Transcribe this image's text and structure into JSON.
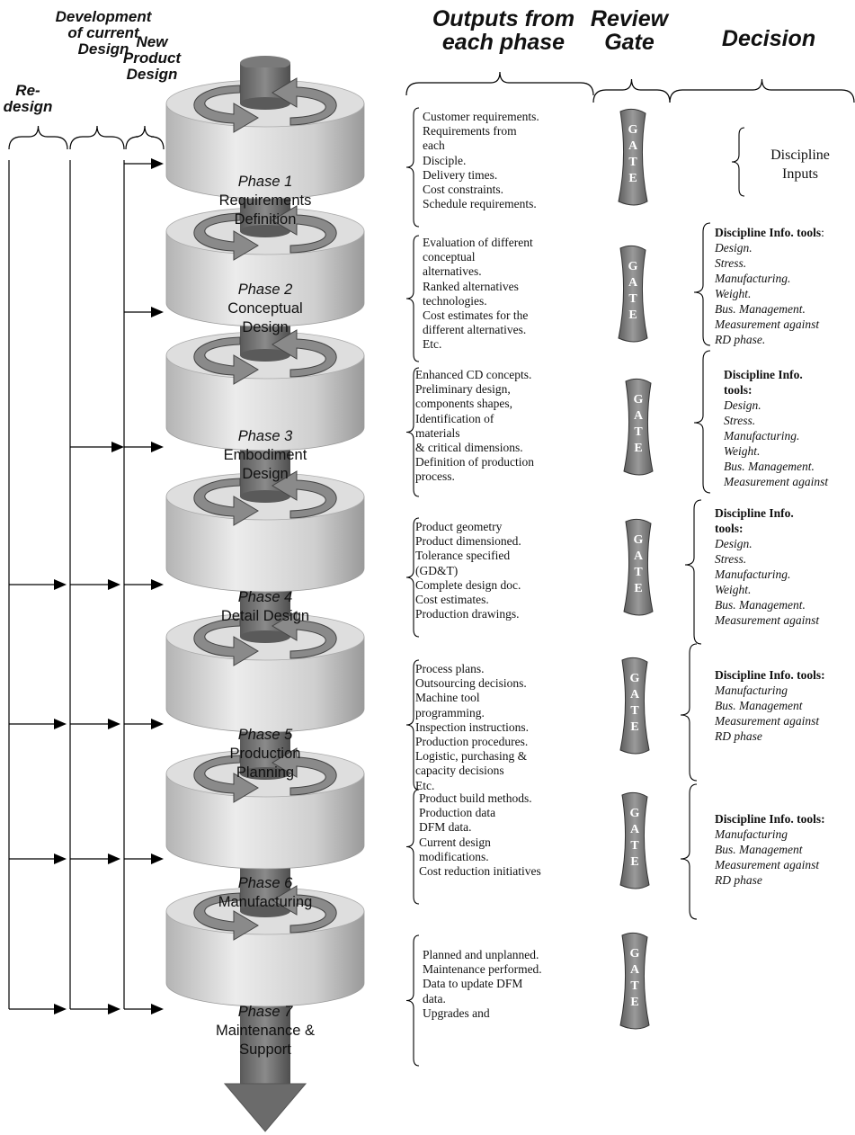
{
  "headers": {
    "outputs": "Outputs from\neach phase",
    "review_gate": "Review\nGate",
    "decision": "Decision",
    "development": "Development\nof current\nDesign",
    "new_product": "New\nProduct\nDesign",
    "redesign": "Re-\ndesign"
  },
  "phases": [
    {
      "num": "Phase 1",
      "name_lines": [
        "Requirements",
        "Definition"
      ]
    },
    {
      "num": "Phase 2",
      "name_lines": [
        "Conceptual",
        "Design"
      ]
    },
    {
      "num": "Phase 3",
      "name_lines": [
        "Embodiment",
        "Design"
      ]
    },
    {
      "num": "Phase 4",
      "name_lines": [
        "Detail Design"
      ]
    },
    {
      "num": "Phase 5",
      "name_lines": [
        "Production",
        "Planning"
      ]
    },
    {
      "num": "Phase 6",
      "name_lines": [
        "Manufacturing"
      ]
    },
    {
      "num": "Phase 7",
      "name_lines": [
        "Maintenance &",
        "Support"
      ]
    }
  ],
  "outputs": [
    [
      "Customer requirements.",
      "Requirements from",
      "each",
      "Disciple.",
      "Delivery times.",
      "Cost constraints.",
      "Schedule requirements."
    ],
    [
      "Evaluation of different",
      "conceptual",
      "alternatives.",
      "Ranked alternatives",
      "technologies.",
      "Cost estimates for the",
      "different  alternatives.",
      "Etc."
    ],
    [
      "Enhanced CD concepts.",
      "Preliminary design,",
      "components shapes,",
      "Identification of",
      "materials",
      "& critical dimensions.",
      "Definition of production",
      "process."
    ],
    [
      "Product geometry",
      "Product dimensioned.",
      "Tolerance specified",
      "(GD&T)",
      "Complete design doc.",
      "Cost estimates.",
      "Production drawings."
    ],
    [
      "Process plans.",
      "Outsourcing decisions.",
      "Machine tool",
      "programming.",
      "Inspection instructions.",
      "Production procedures.",
      "Logistic, purchasing &",
      "capacity decisions",
      "Etc."
    ],
    [
      "Product build methods.",
      "Production data",
      "DFM data.",
      "Current design",
      "modifications.",
      "Cost reduction initiatives"
    ],
    [
      "Planned and unplanned.",
      "Maintenance performed.",
      "Data to update DFM",
      "data.",
      "Upgrades and"
    ]
  ],
  "gate_letters": [
    "G",
    "A",
    "T",
    "E"
  ],
  "decisions": {
    "d1": "Discipline\nInputs",
    "d2": {
      "head": "Discipline Info. tools",
      "colon": ":",
      "items": [
        "Design.",
        "Stress.",
        "Manufacturing.",
        "Weight.",
        "Bus. Management.",
        "Measurement against",
        "RD phase."
      ]
    },
    "d3": {
      "head_lines": [
        "Discipline Info.",
        "tools:"
      ],
      "items": [
        "Design.",
        "Stress.",
        "Manufacturing.",
        "Weight.",
        "Bus. Management.",
        "Measurement against"
      ]
    },
    "d4": {
      "head_lines": [
        "Discipline Info.",
        "tools:"
      ],
      "items": [
        "Design.",
        "Stress.",
        "Manufacturing.",
        "Weight.",
        "Bus. Management.",
        "Measurement against"
      ]
    },
    "d5": {
      "head": "Discipline Info. tools:",
      "items": [
        "Manufacturing",
        "Bus. Management",
        "Measurement against",
        "RD phase"
      ]
    },
    "d6": {
      "head": "Discipline Info. tools:",
      "items": [
        "Manufacturing",
        "Bus. Management",
        "Measurement against",
        "RD phase"
      ]
    }
  },
  "colors": {
    "disk_light": "#e8e8e8",
    "disk_dark": "#9a9a9a",
    "core": "#6e6e6e",
    "arrow": "#8a8a8a",
    "gate": "#777777"
  }
}
